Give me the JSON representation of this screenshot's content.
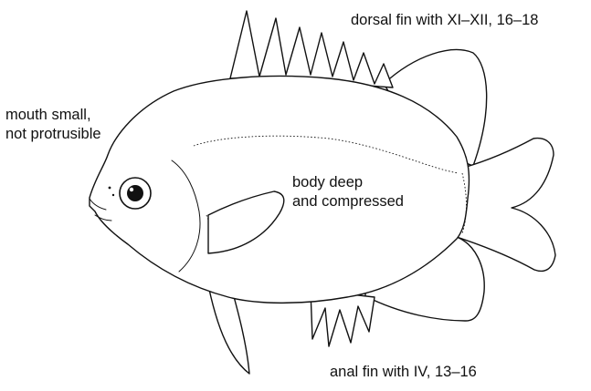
{
  "labels": {
    "dorsal": "dorsal fin with XI–XII, 16–18",
    "mouth_line1": "mouth small,",
    "mouth_line2": "not protrusible",
    "body_line1": "body deep",
    "body_line2": "and compressed",
    "anal": "anal fin with IV, 13–16"
  },
  "colors": {
    "line": "#111111",
    "background": "#ffffff"
  }
}
